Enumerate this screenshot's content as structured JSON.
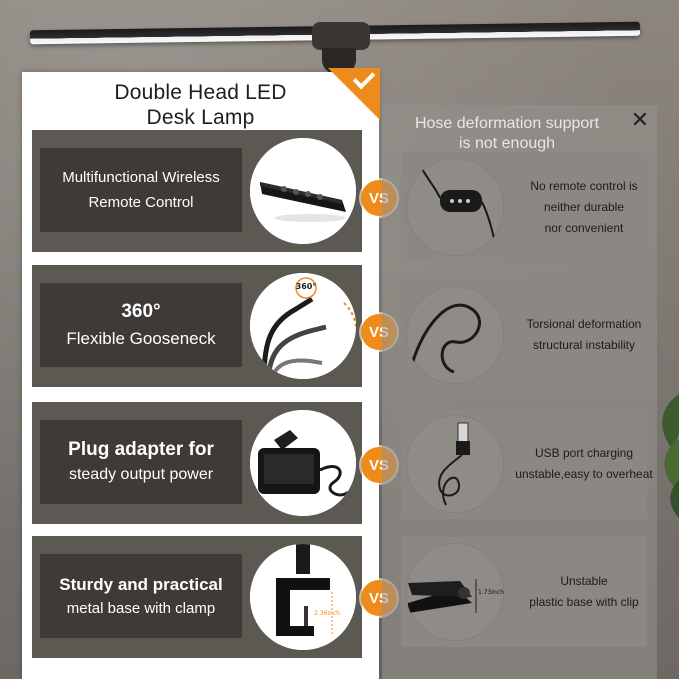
{
  "left": {
    "title_line1": "Double Head LED",
    "title_line2": "Desk Lamp",
    "rows": [
      {
        "line1": "Multifunctional Wireless",
        "line2": "Remote Control"
      },
      {
        "line1": "360°",
        "line2": "Flexible Gooseneck"
      },
      {
        "line1": "Plug adapter for",
        "line2": "steady output power"
      },
      {
        "line1": "Sturdy and practical",
        "line2": "metal base with clamp"
      }
    ],
    "badge_360": "360°",
    "clamp_measure": "2.36inch"
  },
  "vs_label": "VS",
  "right": {
    "title_line1": "Hose deformation support",
    "title_line2": "is not enough",
    "close_symbol": "✕",
    "rows": [
      {
        "line1": "No remote control is",
        "line2": "neither durable",
        "line3": "nor convenient"
      },
      {
        "line1": "Torsional deformation",
        "line2": "structural instability",
        "line3": ""
      },
      {
        "line1": "USB port charging",
        "line2": "unstable,easy to overheat",
        "line3": ""
      },
      {
        "line1": "Unstable",
        "line2": "plastic base with clip",
        "line3": ""
      }
    ],
    "clip_measure": "1.73inch"
  },
  "colors": {
    "accent": "#ef8b1a",
    "row_bg": "#5c5852",
    "label_bg": "#3d3a37"
  }
}
